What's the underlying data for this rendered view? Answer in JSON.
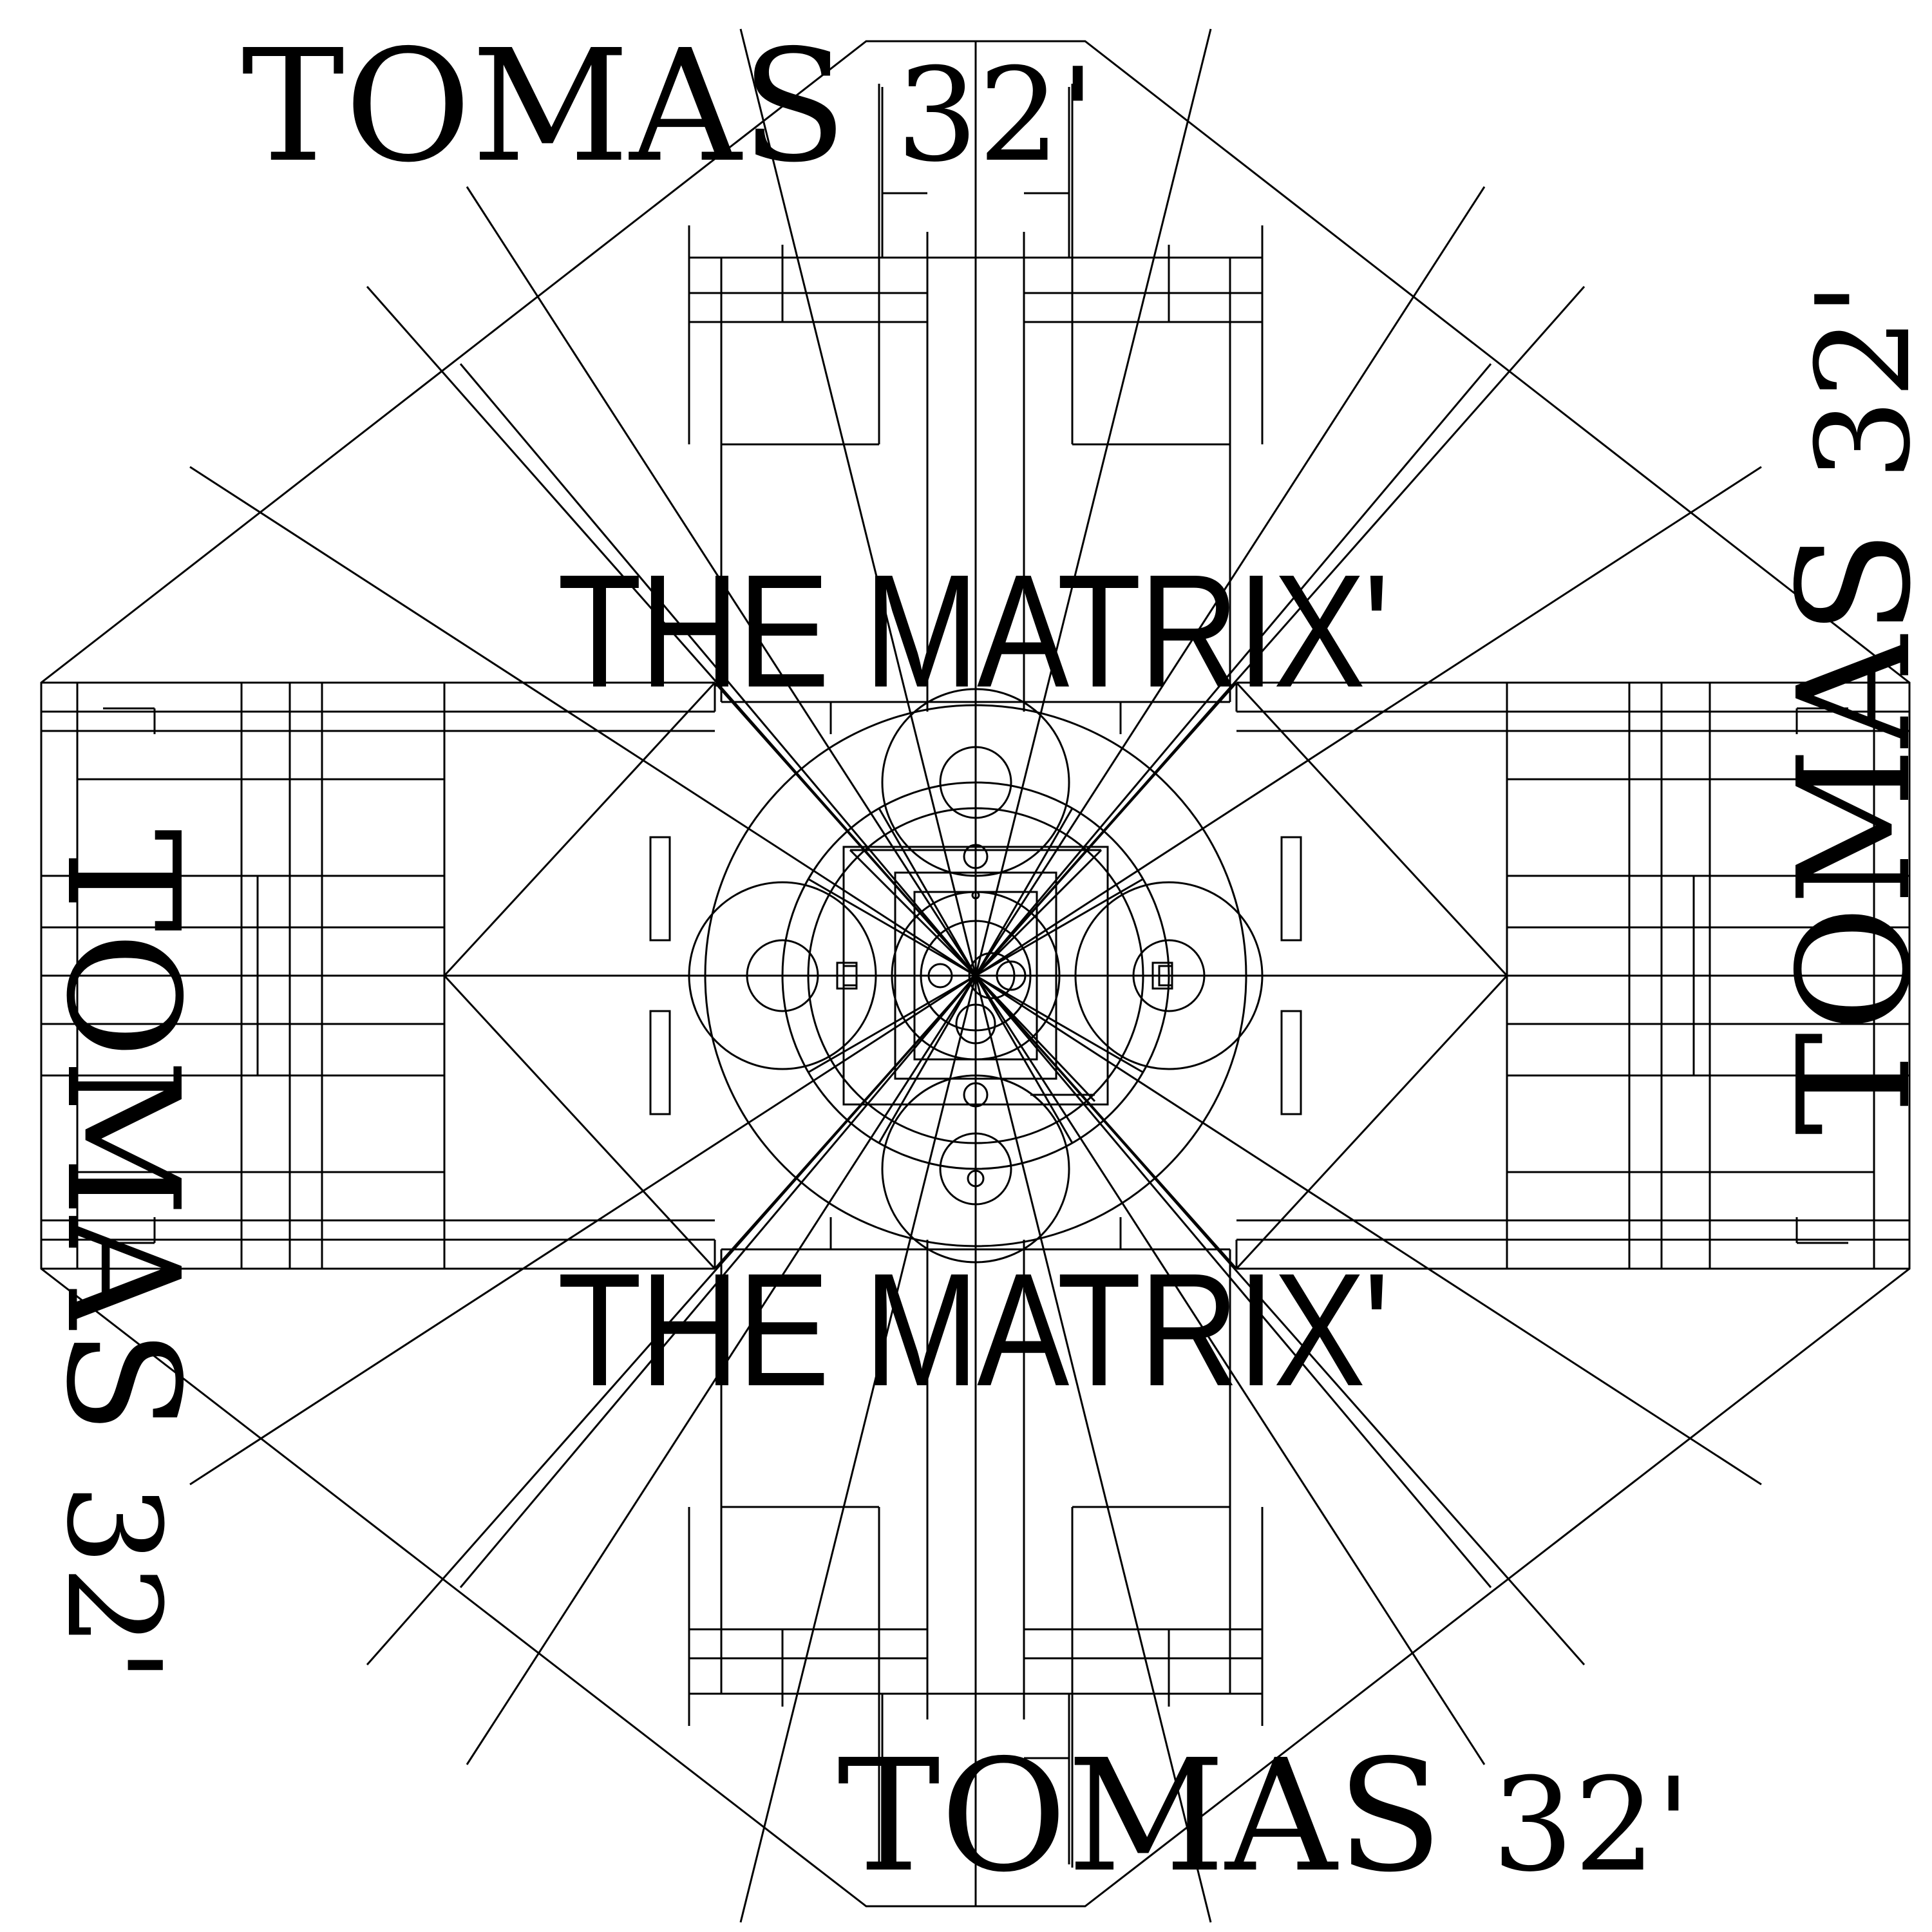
{
  "artwork": {
    "stroke_color": "#000000",
    "background_color": "#ffffff"
  },
  "labels": {
    "tomas_word": "TOMAS",
    "tomas_number": "32'",
    "matrix_title": "THE MATRIX'"
  }
}
